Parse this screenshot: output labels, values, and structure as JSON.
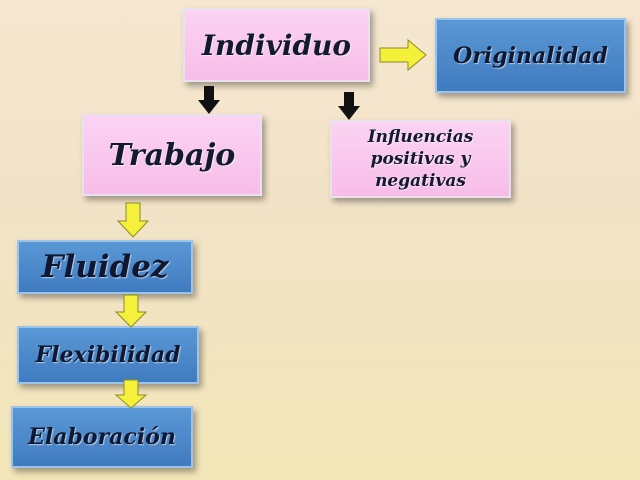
{
  "nodes": {
    "individuo": "Individuo",
    "originalidad": "Originalidad",
    "trabajo": "Trabajo",
    "influencias": "Influencias positivas y negativas",
    "fluidez": "Fluidez",
    "flexibilidad": "Flexibilidad",
    "elaboracion": "Elaboración"
  },
  "colors": {
    "pink_box": "#f7bde9",
    "blue_box": "#4a88c9",
    "yellow_arrow": "#f5f03a",
    "black_arrow": "#111111"
  }
}
